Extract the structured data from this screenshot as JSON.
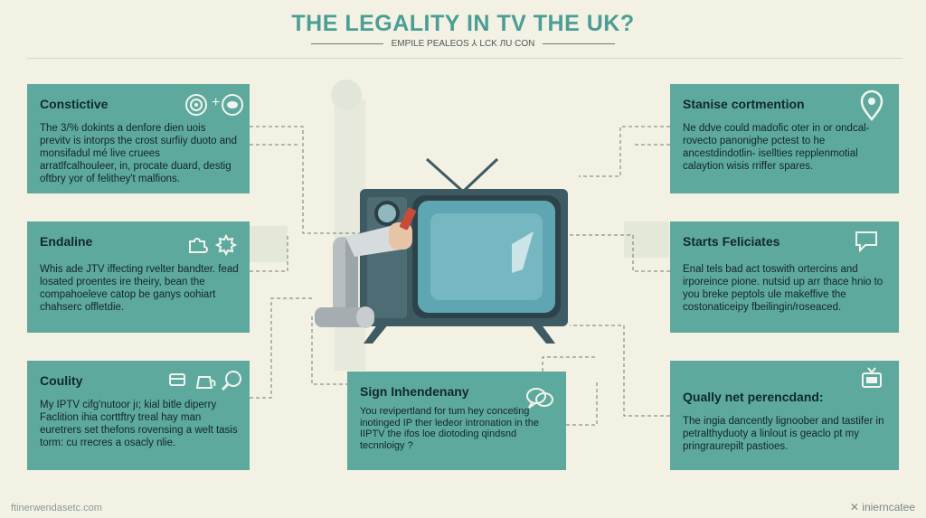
{
  "header": {
    "title": "THE LEGALITY IN TV THE UK?",
    "subtitle": "EMPILE PEALEOS ⅄ LCK ЛU CON"
  },
  "cards": {
    "c1": {
      "heading": "Constictive",
      "body": "The 3/% dokints a denfore dien uois previtv is intorps the crost surfiiy duoto and monsifadul mé live cruees arratlfcalhouleer, in, procate duard, destig oftbry yor of felithey't malfions."
    },
    "c2": {
      "heading": "Endaline",
      "body": "Whis ade JTV iffecting rvelter bandter. fead losated proentes ire theiry, bean the compahoeleve catop be ganys oohiart chahserc offletdie."
    },
    "c3": {
      "heading": "Coulity",
      "body": "My IPTV cifg'nutoor jı; kial bitle diperry Faclition ihia corttftry treal hay man euretrers set thefons rovensing a welt tasis torm: cu rrecres a osacly nlie."
    },
    "c4": {
      "heading": "Stanise cortmention",
      "body": "Ne ddve could madofic oter in or ondcal-rovecto panonighe pctest to he ancestdindotlin- isellties repplenmotial calaytion wisis rriffer spares."
    },
    "c5": {
      "heading": "Starts Feliciates",
      "body": "Enal tels bad act toswith ortercins and irporeince pione. nutsid up arr thace hnio to you breke peptols ule makeffive the costonaticeipy fbeilingin/roseaced."
    },
    "c6": {
      "heading": "Qually net perencdand:",
      "body": "The ingia dancently lignoober and tastifer in petralthyduoty a linlout is geaclo pt my pringraurepilt pastioes."
    },
    "c7": {
      "heading": "Sign Inhendenany",
      "body": "You revipertland for tum hey conceting inotinged IP ther ledeor intronation in the IIPTV the ifos loe diotoding qindsnd tecnnloigy ?"
    }
  },
  "footer": {
    "left": "ftinerwendasetc.com",
    "right": "inierncatee"
  },
  "colors": {
    "card": "#5ea99d",
    "title": "#4a9e95",
    "background": "#f3f1e3",
    "tv_body": "#3e5b64",
    "tv_screen": "#5fa6b3"
  },
  "icons": {
    "c1": [
      "target-icon",
      "eye-icon"
    ],
    "c2": [
      "puzzle-icon",
      "gear-icon"
    ],
    "c3": [
      "card-icon",
      "kettle-icon",
      "magnifier-icon"
    ],
    "c4": [
      "location-pin-icon"
    ],
    "c5": [
      "chat-bubble-icon"
    ],
    "c6": [
      "tv-icon"
    ],
    "c7": [
      "speech-bubbles-icon"
    ]
  }
}
